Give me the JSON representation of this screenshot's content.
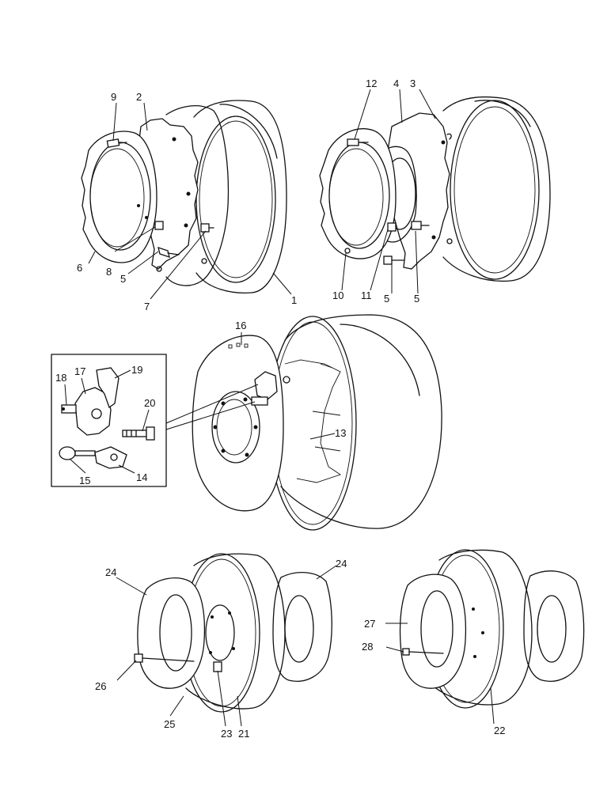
{
  "callouts": {
    "c1": "1",
    "c2": "2",
    "c3": "3",
    "c4": "4",
    "c5a": "5",
    "c5b": "5",
    "c5c": "5",
    "c6": "6",
    "c7": "7",
    "c8": "8",
    "c9": "9",
    "c10": "10",
    "c11": "11",
    "c12": "12",
    "c13": "13",
    "c14": "14",
    "c15": "15",
    "c16": "16",
    "c17": "17",
    "c18": "18",
    "c19": "19",
    "c20": "20",
    "c21": "21",
    "c22": "22",
    "c23": "23",
    "c24a": "24",
    "c24b": "24",
    "c25": "25",
    "c26": "26",
    "c27": "27",
    "c28": "28"
  }
}
